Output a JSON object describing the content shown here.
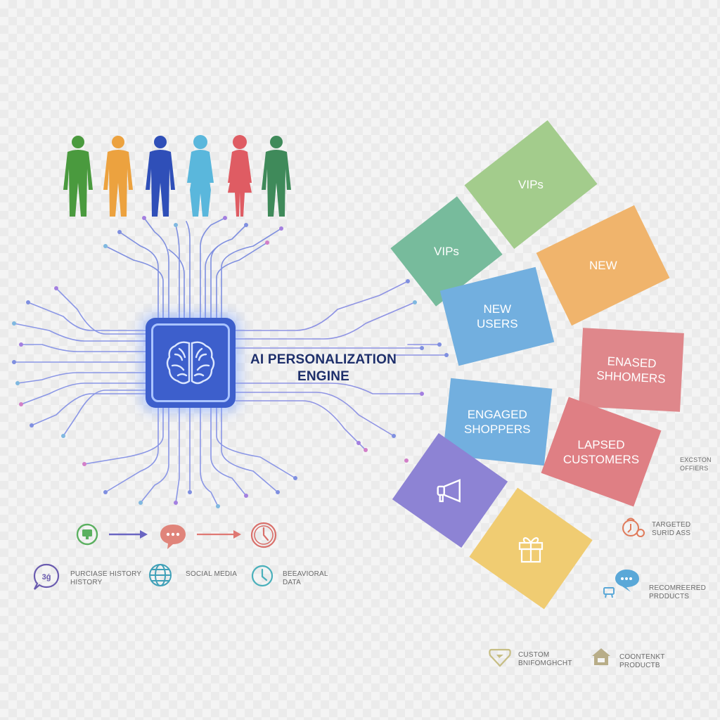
{
  "engine": {
    "title_line1": "AI PERSONALIZATION",
    "title_line2": "ENGINE",
    "icon": "brain-icon",
    "color": "#3d5fcc"
  },
  "people": [
    {
      "icon": "person-icon",
      "color": "#4a9a3e"
    },
    {
      "icon": "person-icon",
      "color": "#eca23f"
    },
    {
      "icon": "person-icon",
      "color": "#2f4fb8"
    },
    {
      "icon": "person-icon",
      "color": "#5ab7dc"
    },
    {
      "icon": "person-icon",
      "color": "#df5c63"
    },
    {
      "icon": "person-icon",
      "color": "#3f8a5a"
    }
  ],
  "flow_icons": [
    {
      "icon": "monitor-cycle-icon",
      "color": "#5bb060"
    },
    {
      "icon": "chat-bubble-icon",
      "color": "#e0847a"
    },
    {
      "icon": "clock-icon",
      "color": "#d9706b"
    }
  ],
  "data_sources": [
    {
      "icon": "speech-bubble-icon",
      "color": "#6a5bb0",
      "line1": "PURCIASE HISTORY",
      "line2": "HISTORY"
    },
    {
      "icon": "globe-icon",
      "color": "#3fa0b8",
      "line1": "SOCIAL MEDIA",
      "line2": ""
    },
    {
      "icon": "clock-icon",
      "color": "#4ab0bb",
      "line1": "BEEAVIORAL",
      "line2": "DATA"
    }
  ],
  "segments": [
    {
      "label1": "VIPs",
      "label2": "",
      "color": "#a3cc8c"
    },
    {
      "label1": "VIPs",
      "label2": "",
      "color": "#77bb9c"
    },
    {
      "label1": "NEW",
      "label2": "",
      "color": "#f0b46c"
    },
    {
      "label1": "NEW",
      "label2": "USERS",
      "color": "#72afdf"
    },
    {
      "label1": "ENASED",
      "label2": "SHHOMERS",
      "color": "#df878b"
    },
    {
      "label1": "ENGAGED",
      "label2": "SHOPPERS",
      "color": "#72afdf"
    },
    {
      "label1": "LAPSED",
      "label2": "CUSTOMERS",
      "color": "#df7f84"
    },
    {
      "icon": "megaphone-icon",
      "color": "#8d83d4"
    },
    {
      "icon": "gift-icon",
      "color": "#f0cc72"
    }
  ],
  "outputs": [
    {
      "icon": "",
      "line1": "EXCSTON",
      "line2": "OFFIERS",
      "color": "#777777"
    },
    {
      "icon": "piggy-bank-icon",
      "line1": "TARGETED",
      "line2": "SURID ASS",
      "color": "#e07a5a"
    },
    {
      "icon": "chat-bubbles-icon",
      "line1": "RECOMREERED",
      "line2": "PRDDUCTS",
      "color": "#5aa8d8"
    },
    {
      "icon": "badge-icon",
      "line1": "CUSTOM",
      "line2": "BNIFOMGHCHT",
      "color": "#c7be84"
    },
    {
      "icon": "house-icon",
      "line1": "COONTENKT",
      "line2": "PRODUCTB",
      "color": "#b8ad88"
    }
  ]
}
